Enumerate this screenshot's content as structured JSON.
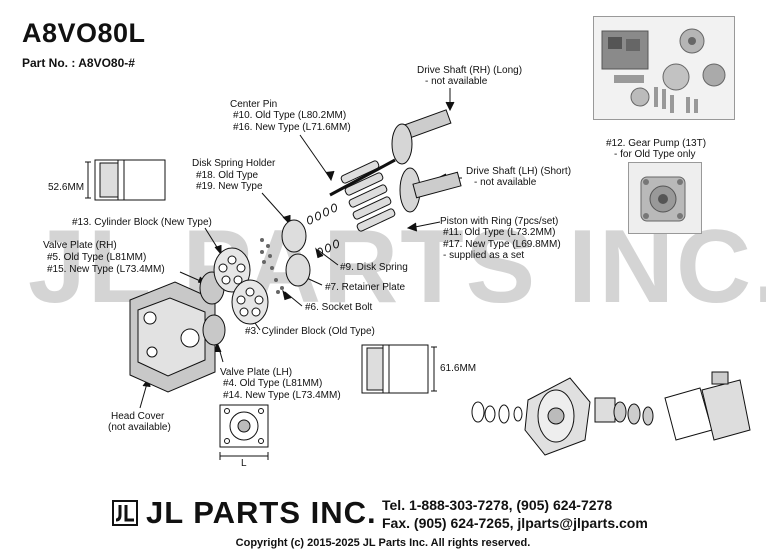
{
  "header": {
    "title": "A8VO80L",
    "part_no": "Part No. : A8VO80-#"
  },
  "watermark": "JL PARTS INC.",
  "labels": {
    "drive_shaft_rh": [
      "Drive Shaft (RH) (Long)",
      "- not available"
    ],
    "center_pin": [
      "Center Pin",
      "#10. Old Type (L80.2MM)",
      "#16. New Type (L71.6MM)"
    ],
    "gear_pump": [
      "#12. Gear Pump (13T)",
      "- for Old Type only"
    ],
    "disk_spring_holder": [
      "Disk Spring Holder",
      "#18. Old Type",
      "#19. New Type"
    ],
    "drive_shaft_lh": [
      "Drive Shaft (LH) (Short)",
      "- not available"
    ],
    "dim_52": "52.6MM",
    "cyl_new": "#13. Cylinder Block (New Type)",
    "piston": [
      "Piston with Ring (7pcs/set)",
      "#11. Old Type (L73.2MM)",
      "#17. New Type (L69.8MM)",
      "- supplied as a set"
    ],
    "valve_rh": [
      "Valve Plate (RH)",
      "#5. Old Type (L81MM)",
      "#15. New Type (L73.4MM)"
    ],
    "disk_spring": "#9. Disk Spring",
    "retainer": "#7. Retainer Plate",
    "socket_bolt": "#6. Socket Bolt",
    "cyl_old": "#3. Cylinder Block (Old Type)",
    "dim_61": "61.6MM",
    "valve_lh": [
      "Valve Plate (LH)",
      "#4. Old Type (L81MM)",
      "#14. New Type (L73.4MM)"
    ],
    "head_cover": [
      "Head Cover",
      "(not available)"
    ],
    "dim_l": "L"
  },
  "footer": {
    "brand": "JL PARTS INC.",
    "tel": "Tel. 1-888-303-7278, (905) 624-7278",
    "fax": "Fax. (905) 624-7265, jlparts@jlparts.com",
    "copyright": "Copyright (c) 2015-2025 JL Parts Inc. All rights reserved."
  },
  "colors": {
    "metal": "#b9b9b9",
    "dark": "#444444",
    "watermark": "#d4d4d4"
  }
}
